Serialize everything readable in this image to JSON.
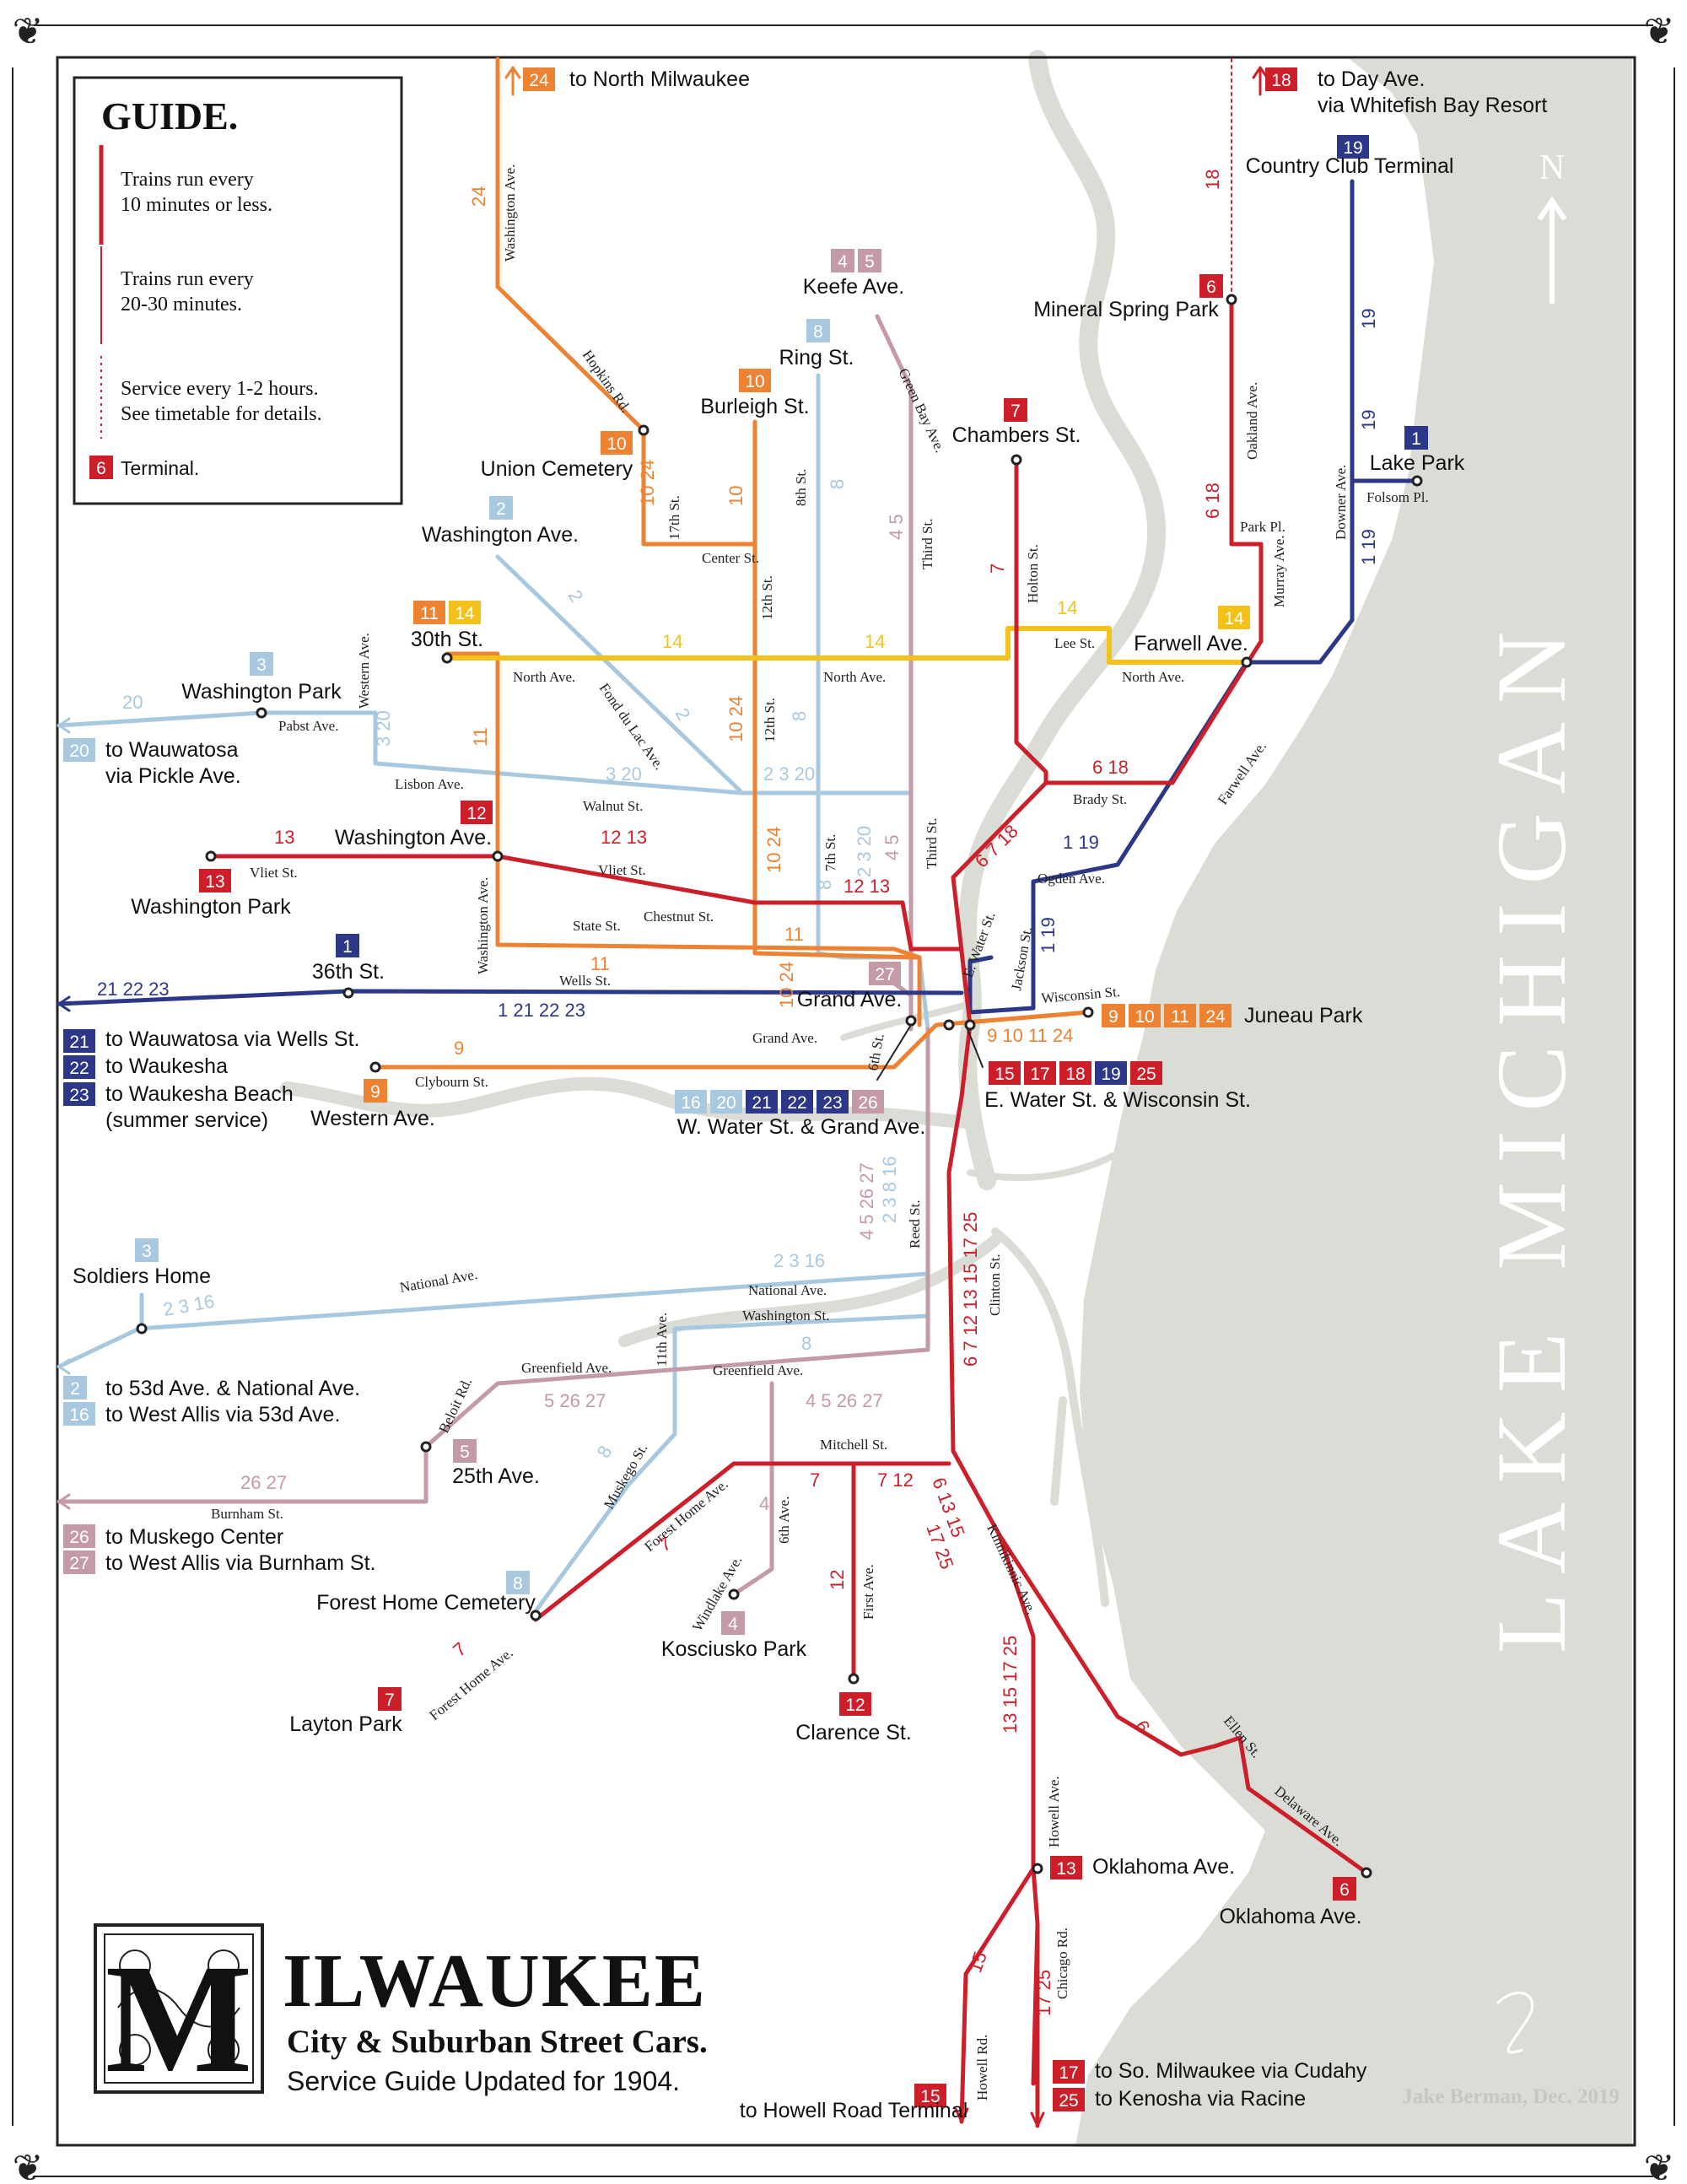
{
  "colors": {
    "frequent": "#cc1f2a",
    "orange": "#ee8233",
    "light_blue": "#a8c8e0",
    "dark_blue": "#2c3887",
    "purple": "#c49aa6",
    "yellow": "#f2c21b",
    "water": "#dadcd6",
    "frame": "#222222"
  },
  "guide": {
    "title": "GUIDE.",
    "items": [
      "Trains run every 10 minutes or less.",
      "Trains run every 20-30 minutes.",
      "Service every 1-2 hours. See timetable for details."
    ],
    "terminal_badge": "6",
    "terminal_label": "Terminal."
  },
  "north_arrow": "N",
  "lake_label": "LAKE MICHIGAN",
  "title": {
    "initial": "M",
    "rest": "ILWAUKEE",
    "subtitle": "City & Suburban Street Cars.",
    "updated": "Service Guide Updated for 1904."
  },
  "credit": "Jake Berman, Dec. 2019",
  "terminals": [
    {
      "badges": [
        "24"
      ],
      "text": "to North Milwaukee"
    },
    {
      "badges": [
        "18"
      ],
      "text": "to Day Ave.",
      "text2": "via Whitefish Bay Resort"
    },
    {
      "badges": [
        "19"
      ],
      "text": "Country Club Terminal"
    },
    {
      "badges": [
        "4",
        "5"
      ],
      "text": "Keefe Ave."
    },
    {
      "badges": [
        "8"
      ],
      "text": "Ring St."
    },
    {
      "badges": [
        "10"
      ],
      "text": "Burleigh St."
    },
    {
      "badges": [
        "10"
      ],
      "text": "Union Cemetery"
    },
    {
      "badges": [
        "6"
      ],
      "text": "Mineral Spring Park"
    },
    {
      "badges": [
        "7"
      ],
      "text": "Chambers St."
    },
    {
      "badges": [
        "1"
      ],
      "text": "Lake Park"
    },
    {
      "badges": [
        "2"
      ],
      "text": "Washington Ave."
    },
    {
      "badges": [
        "11",
        "14"
      ],
      "text": "30th St."
    },
    {
      "badges": [
        "14"
      ],
      "text": "Farwell Ave."
    },
    {
      "badges": [
        "3"
      ],
      "text": "Washington Park"
    },
    {
      "badges": [
        "20"
      ],
      "text": "to Wauwatosa",
      "text2": "via Pickle Ave."
    },
    {
      "badges": [
        "12"
      ],
      "text": "Washington Ave."
    },
    {
      "badges": [
        "13"
      ],
      "text": "Washington Park"
    },
    {
      "badges": [
        "1"
      ],
      "text": "36th St."
    },
    {
      "badges": [
        "27"
      ],
      "text": "Grand Ave."
    },
    {
      "badges": [
        "9",
        "10",
        "11",
        "24"
      ],
      "text": "Juneau Park"
    },
    {
      "badges": [
        "21"
      ],
      "text": "to Wauwatosa via Wells St."
    },
    {
      "badges": [
        "22"
      ],
      "text": "to Waukesha"
    },
    {
      "badges": [
        "23"
      ],
      "text": "to Waukesha Beach",
      "text2": "(summer service)"
    },
    {
      "badges": [
        "9"
      ],
      "text": "Western Ave."
    },
    {
      "badges": [
        "15",
        "17",
        "18",
        "19",
        "25"
      ],
      "text": "E. Water St. & Wisconsin St."
    },
    {
      "badges": [
        "16",
        "20",
        "21",
        "22",
        "23",
        "26"
      ],
      "text": "W. Water St. & Grand Ave."
    },
    {
      "badges": [
        "3"
      ],
      "text": "Soldiers Home"
    },
    {
      "badges": [
        "2"
      ],
      "text": "to 53d Ave. & National Ave."
    },
    {
      "badges": [
        "16"
      ],
      "text": "to West Allis via 53d Ave."
    },
    {
      "badges": [
        "5"
      ],
      "text": "25th Ave."
    },
    {
      "badges": [
        "26"
      ],
      "text": "to Muskego Center"
    },
    {
      "badges": [
        "27"
      ],
      "text": "to West Allis via Burnham St."
    },
    {
      "badges": [
        "8"
      ],
      "text": "Forest Home Cemetery"
    },
    {
      "badges": [
        "4"
      ],
      "text": "Kosciusko Park"
    },
    {
      "badges": [
        "7"
      ],
      "text": "Layton Park"
    },
    {
      "badges": [
        "12"
      ],
      "text": "Clarence St."
    },
    {
      "badges": [
        "13"
      ],
      "text": "Oklahoma Ave."
    },
    {
      "badges": [
        "6"
      ],
      "text": "Oklahoma Ave."
    },
    {
      "badges": [
        "15"
      ],
      "text": "to Howell Road Terminal"
    },
    {
      "badges": [
        "17"
      ],
      "text": "to So. Milwaukee via Cudahy"
    },
    {
      "badges": [
        "25"
      ],
      "text": "to Kenosha via Racine"
    }
  ],
  "streets": [
    "Washington Ave.",
    "Hopkins Rd.",
    "17th St.",
    "Center St.",
    "8th St.",
    "12th St.",
    "Green Bay Ave.",
    "Third St.",
    "Holton St.",
    "Lee St.",
    "Oakland Ave.",
    "Park Pl.",
    "Downer Ave.",
    "Folsom Pl.",
    "Murray Ave.",
    "North Ave.",
    "Fond du Lac Ave.",
    "North Ave.",
    "North Ave.",
    "Western Ave.",
    "Pabst Ave.",
    "Lisbon Ave.",
    "Walnut St.",
    "12th St.",
    "Third St.",
    "Brady St.",
    "Farwell Ave.",
    "Vliet St.",
    "Vliet St.",
    "Washington Ave.",
    "Chestnut St.",
    "7th St.",
    "E. Water St.",
    "Jackson St.",
    "Ogden Ave.",
    "State St.",
    "Wells St.",
    "Wisconsin St.",
    "Grand Ave.",
    "6th St.",
    "Clybourn St.",
    "Reed St.",
    "Clinton St.",
    "National Ave.",
    "National Ave.",
    "Washington St.",
    "11th Ave.",
    "Greenfield Ave.",
    "Greenfield Ave.",
    "Beloit Rd.",
    "Mitchell St.",
    "Burnham St.",
    "Muskego St.",
    "Forest Home Ave.",
    "6th Ave.",
    "Windlake Ave.",
    "First Ave.",
    "Kinnikinnic Ave.",
    "Forest Home Ave.",
    "Ellen St.",
    "Delaware Ave.",
    "Howell Ave.",
    "Chicago Rd.",
    "Howell Rd."
  ],
  "route_labels": [
    "24",
    "18",
    "19",
    "10 24",
    "10",
    "8",
    "4 5",
    "7",
    "6 18",
    "19",
    "1 19",
    "2",
    "14",
    "14",
    "14",
    "20",
    "3 20",
    "11",
    "10 24",
    "8",
    "2",
    "3 20",
    "2 3 20",
    "6 18",
    "13",
    "12 13",
    "12 13",
    "10 24",
    "8",
    "2 3 20",
    "4 5",
    "6 7 18",
    "1 19",
    "1 19",
    "11",
    "11",
    "10 24",
    "21 22 23",
    "1 21 22 23",
    "9 10 11 24",
    "9",
    "2 3 16",
    "2 3 16",
    "4 5 26 27",
    "2 3 8 16",
    "6 7 12 13 15 17 25",
    "8",
    "5 26 27",
    "4 5 26 27",
    "26 27",
    "8",
    "4",
    "7",
    "7",
    "7 12",
    "6 13 15",
    "17 25",
    "12",
    "7",
    "13 15 17 25",
    "6",
    "15",
    "17 25"
  ]
}
